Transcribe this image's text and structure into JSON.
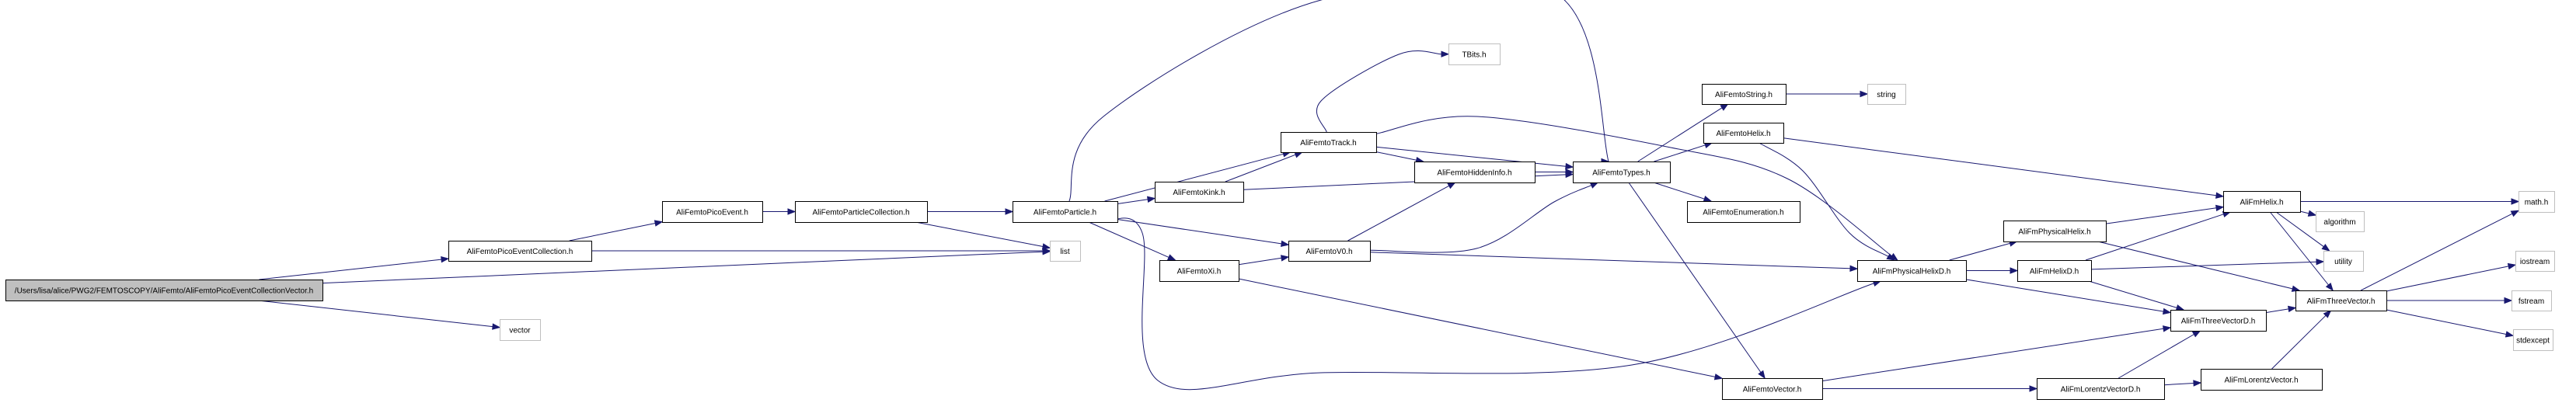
{
  "diagram": {
    "type": "include-dependency-graph",
    "colors": {
      "edge": "#191970",
      "root_fill": "#bfbfbf",
      "root_border": "#000000",
      "node_fill": "#ffffff",
      "node_border": "#000000",
      "external_border": "#bfbfbf"
    },
    "nodes": [
      {
        "id": "root",
        "label": "/Users/lisa/alice/PWG2/FEMTOSCOPY/AliFemto/AliFemtoPicoEventCollectionVector.h",
        "kind": "root"
      },
      {
        "id": "picoColl",
        "label": "AliFemtoPicoEventCollection.h",
        "kind": "internal"
      },
      {
        "id": "vector",
        "label": "vector",
        "kind": "external"
      },
      {
        "id": "picoEvent",
        "label": "AliFemtoPicoEvent.h",
        "kind": "internal"
      },
      {
        "id": "list",
        "label": "list",
        "kind": "external"
      },
      {
        "id": "partColl",
        "label": "AliFemtoParticleCollection.h",
        "kind": "internal"
      },
      {
        "id": "particle",
        "label": "AliFemtoParticle.h",
        "kind": "internal"
      },
      {
        "id": "kink",
        "label": "AliFemtoKink.h",
        "kind": "internal"
      },
      {
        "id": "track",
        "label": "AliFemtoTrack.h",
        "kind": "internal"
      },
      {
        "id": "v0",
        "label": "AliFemtoV0.h",
        "kind": "internal"
      },
      {
        "id": "xi",
        "label": "AliFemtoXi.h",
        "kind": "internal"
      },
      {
        "id": "tbits",
        "label": "TBits.h",
        "kind": "external"
      },
      {
        "id": "hidden",
        "label": "AliFemtoHiddenInfo.h",
        "kind": "internal"
      },
      {
        "id": "types",
        "label": "AliFemtoTypes.h",
        "kind": "internal"
      },
      {
        "id": "fstring",
        "label": "AliFemtoString.h",
        "kind": "internal"
      },
      {
        "id": "string",
        "label": "string",
        "kind": "external"
      },
      {
        "id": "fhelix",
        "label": "AliFemtoHelix.h",
        "kind": "internal"
      },
      {
        "id": "enumeration",
        "label": "AliFemtoEnumeration.h",
        "kind": "internal"
      },
      {
        "id": "fvector",
        "label": "AliFemtoVector.h",
        "kind": "internal"
      },
      {
        "id": "physHelixD",
        "label": "AliFmPhysicalHelixD.h",
        "kind": "internal"
      },
      {
        "id": "physHelix",
        "label": "AliFmPhysicalHelix.h",
        "kind": "internal"
      },
      {
        "id": "helixD",
        "label": "AliFmHelixD.h",
        "kind": "internal"
      },
      {
        "id": "helix",
        "label": "AliFmHelix.h",
        "kind": "internal"
      },
      {
        "id": "threeVecD",
        "label": "AliFmThreeVectorD.h",
        "kind": "internal"
      },
      {
        "id": "threeVec",
        "label": "AliFmThreeVector.h",
        "kind": "internal"
      },
      {
        "id": "lorentzD",
        "label": "AliFmLorentzVectorD.h",
        "kind": "internal"
      },
      {
        "id": "lorentz",
        "label": "AliFmLorentzVector.h",
        "kind": "internal"
      },
      {
        "id": "math",
        "label": "math.h",
        "kind": "external"
      },
      {
        "id": "algorithm",
        "label": "algorithm",
        "kind": "external"
      },
      {
        "id": "utility",
        "label": "utility",
        "kind": "external"
      },
      {
        "id": "iostream",
        "label": "iostream",
        "kind": "external"
      },
      {
        "id": "fstream",
        "label": "fstream",
        "kind": "external"
      },
      {
        "id": "stdexcept",
        "label": "stdexcept",
        "kind": "external"
      }
    ],
    "edges": [
      {
        "from": "root",
        "to": "picoColl"
      },
      {
        "from": "root",
        "to": "list"
      },
      {
        "from": "root",
        "to": "vector"
      },
      {
        "from": "picoColl",
        "to": "picoEvent"
      },
      {
        "from": "picoColl",
        "to": "list"
      },
      {
        "from": "picoEvent",
        "to": "partColl"
      },
      {
        "from": "partColl",
        "to": "particle"
      },
      {
        "from": "partColl",
        "to": "list"
      },
      {
        "from": "particle",
        "to": "types"
      },
      {
        "from": "particle",
        "to": "track"
      },
      {
        "from": "particle",
        "to": "kink"
      },
      {
        "from": "particle",
        "to": "v0"
      },
      {
        "from": "particle",
        "to": "xi"
      },
      {
        "from": "particle",
        "to": "physHelixD"
      },
      {
        "from": "kink",
        "to": "track"
      },
      {
        "from": "kink",
        "to": "types"
      },
      {
        "from": "track",
        "to": "tbits"
      },
      {
        "from": "track",
        "to": "hidden"
      },
      {
        "from": "track",
        "to": "types"
      },
      {
        "from": "track",
        "to": "physHelixD"
      },
      {
        "from": "v0",
        "to": "hidden"
      },
      {
        "from": "v0",
        "to": "types"
      },
      {
        "from": "v0",
        "to": "physHelixD"
      },
      {
        "from": "xi",
        "to": "v0"
      },
      {
        "from": "xi",
        "to": "fvector"
      },
      {
        "from": "hidden",
        "to": "types"
      },
      {
        "from": "types",
        "to": "fstring"
      },
      {
        "from": "types",
        "to": "fhelix"
      },
      {
        "from": "types",
        "to": "enumeration"
      },
      {
        "from": "types",
        "to": "fvector"
      },
      {
        "from": "fstring",
        "to": "string"
      },
      {
        "from": "fhelix",
        "to": "helix"
      },
      {
        "from": "fhelix",
        "to": "physHelixD"
      },
      {
        "from": "physHelixD",
        "to": "physHelix"
      },
      {
        "from": "physHelixD",
        "to": "helixD"
      },
      {
        "from": "physHelixD",
        "to": "threeVecD"
      },
      {
        "from": "physHelix",
        "to": "helix"
      },
      {
        "from": "physHelix",
        "to": "threeVec"
      },
      {
        "from": "helixD",
        "to": "helix"
      },
      {
        "from": "helixD",
        "to": "utility"
      },
      {
        "from": "helixD",
        "to": "threeVecD"
      },
      {
        "from": "helix",
        "to": "math"
      },
      {
        "from": "helix",
        "to": "algorithm"
      },
      {
        "from": "helix",
        "to": "utility"
      },
      {
        "from": "helix",
        "to": "threeVec"
      },
      {
        "from": "fvector",
        "to": "threeVecD"
      },
      {
        "from": "fvector",
        "to": "lorentzD"
      },
      {
        "from": "lorentzD",
        "to": "threeVecD"
      },
      {
        "from": "lorentzD",
        "to": "lorentz"
      },
      {
        "from": "lorentz",
        "to": "threeVec"
      },
      {
        "from": "threeVecD",
        "to": "threeVec"
      },
      {
        "from": "threeVec",
        "to": "math"
      },
      {
        "from": "threeVec",
        "to": "iostream"
      },
      {
        "from": "threeVec",
        "to": "fstream"
      },
      {
        "from": "threeVec",
        "to": "stdexcept"
      }
    ]
  }
}
